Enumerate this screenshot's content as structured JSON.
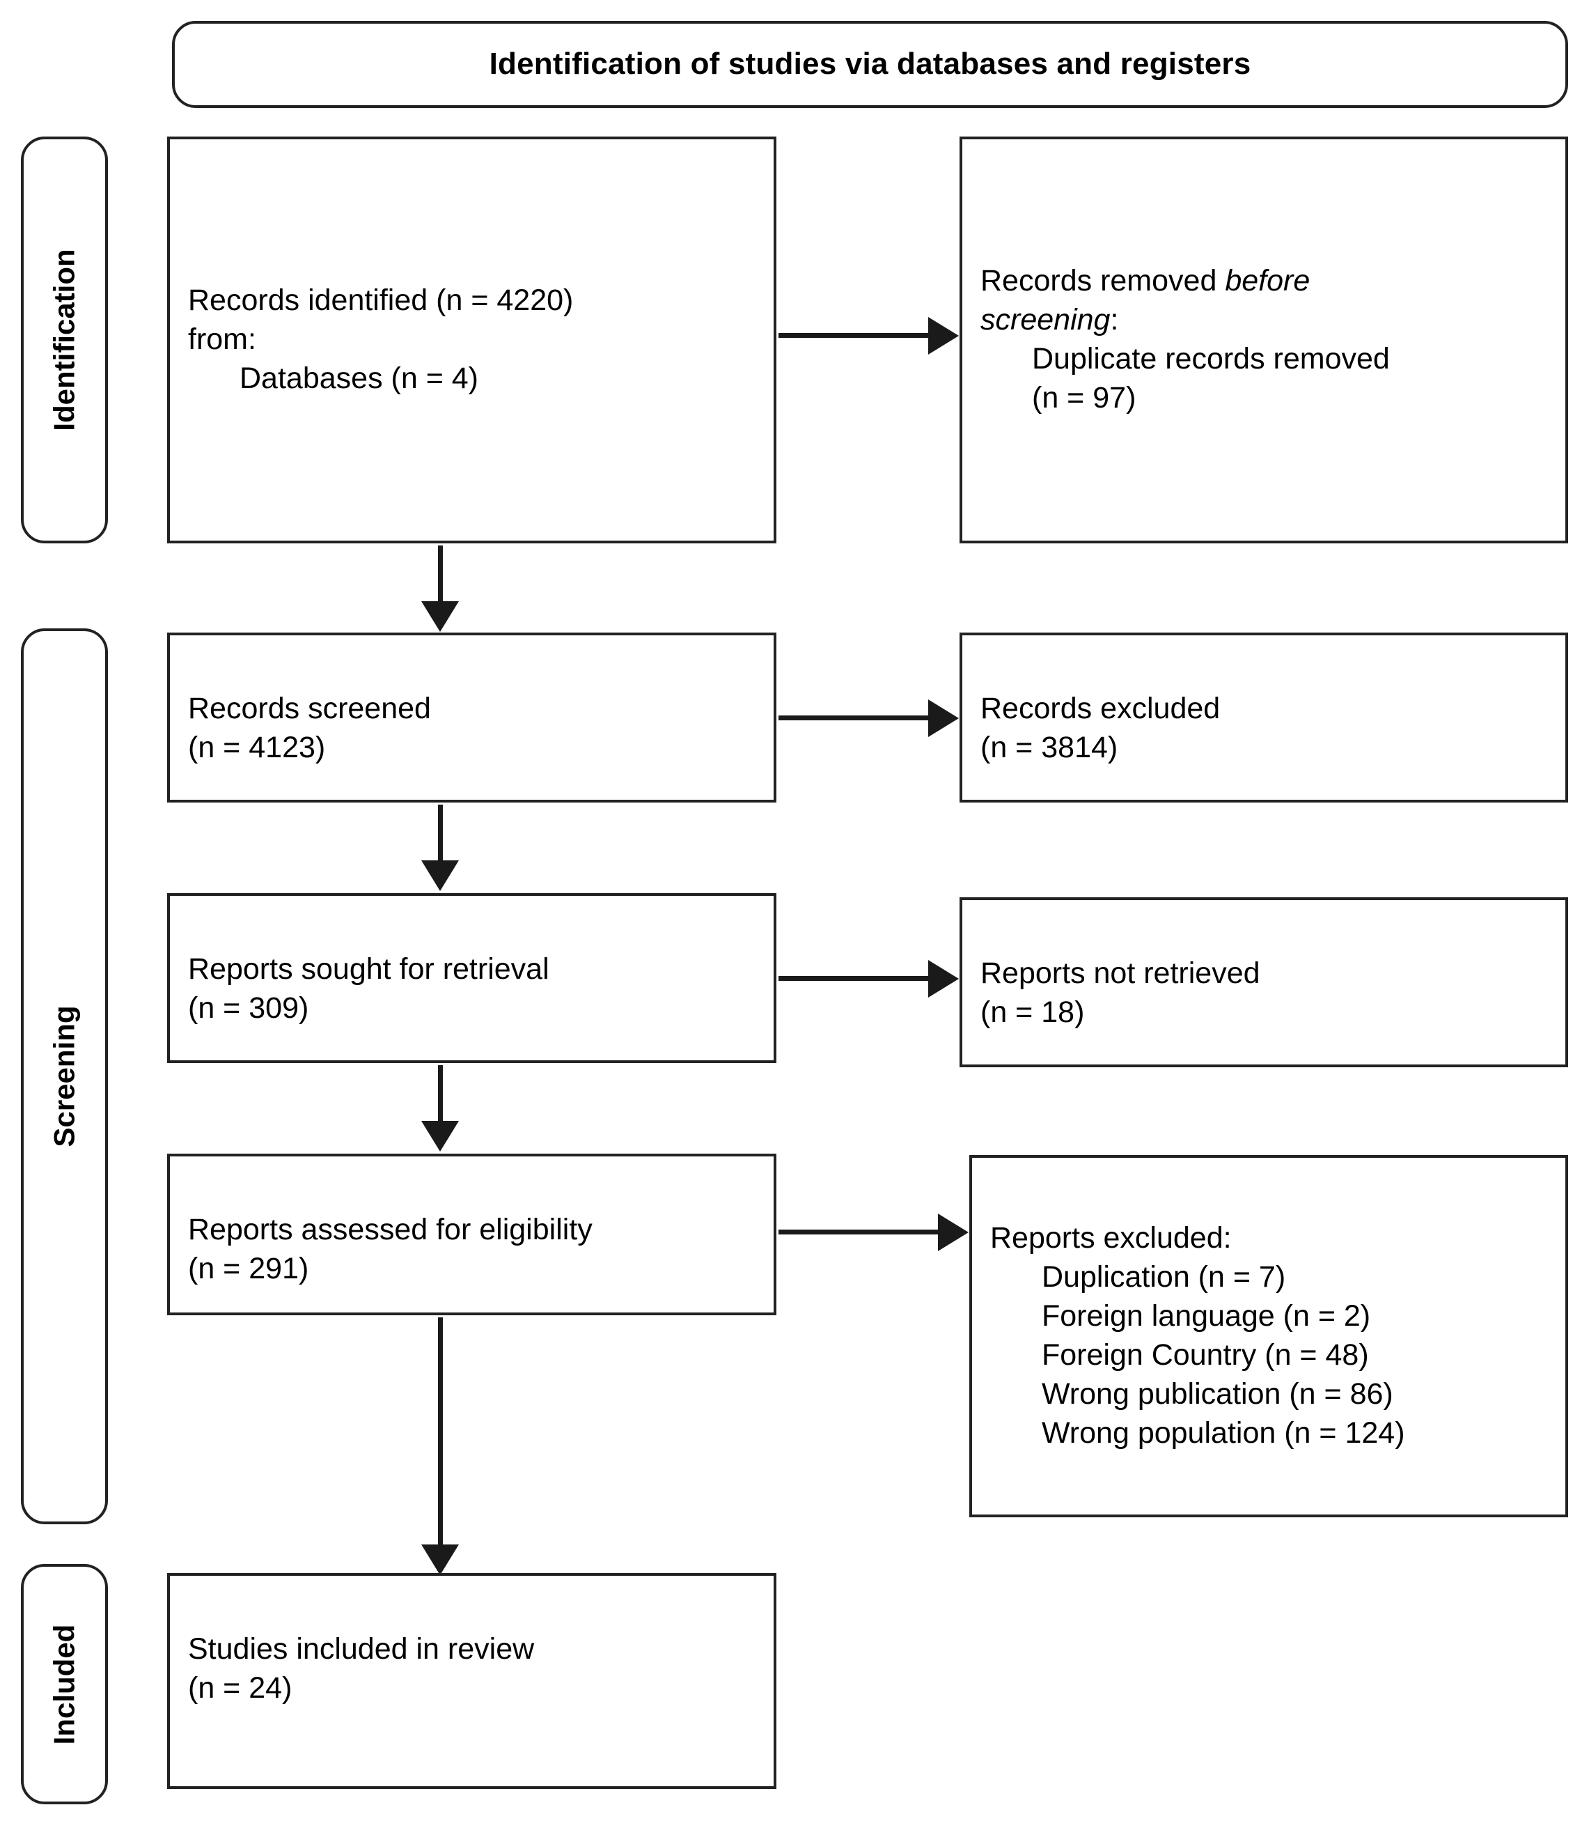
{
  "diagram": {
    "title": "Identification of studies via databases and registers",
    "stages": [
      {
        "id": "identification",
        "label": "Identification"
      },
      {
        "id": "screening",
        "label": "Screening"
      },
      {
        "id": "included",
        "label": "Included"
      }
    ],
    "boxes": {
      "records_identified": {
        "line1": "Records identified (n = 4220)",
        "line2": "from:",
        "line3": "Databases (n = 4)"
      },
      "records_removed": {
        "line1_a": "Records removed ",
        "line1_b": "before",
        "line2": "screening",
        "line2_suffix": ":",
        "line3": "Duplicate records removed",
        "line4": "(n = 97)"
      },
      "records_screened": {
        "line1": "Records screened",
        "line2": "(n = 4123)"
      },
      "records_excluded": {
        "line1": "Records excluded",
        "line2": "(n = 3814)"
      },
      "reports_sought": {
        "line1": "Reports sought for retrieval",
        "line2": "(n = 309)"
      },
      "reports_not_retrieved": {
        "line1": "Reports not retrieved",
        "line2": "(n = 18)"
      },
      "reports_assessed": {
        "line1": "Reports assessed for eligibility",
        "line2": "(n = 291)"
      },
      "reports_excluded": {
        "heading": "Reports excluded:",
        "reasons": [
          "Duplication (n = 7)",
          "Foreign language (n = 2)",
          "Foreign Country (n = 48)",
          "Wrong publication (n = 86)",
          "Wrong population (n = 124)"
        ]
      },
      "studies_included": {
        "line1": "Studies included in review",
        "line2": "(n = 24)"
      }
    }
  },
  "chart_data": {
    "type": "diagram",
    "title": "Identification of studies via databases and registers",
    "nodes": [
      {
        "id": "records_identified",
        "stage": "Identification",
        "column": "left",
        "label": "Records identified from: Databases",
        "n": 4220,
        "sub": [
          {
            "label": "Databases",
            "n": 4
          }
        ]
      },
      {
        "id": "records_removed",
        "stage": "Identification",
        "column": "right",
        "label": "Records removed before screening: Duplicate records removed",
        "n": 97
      },
      {
        "id": "records_screened",
        "stage": "Screening",
        "column": "left",
        "label": "Records screened",
        "n": 4123
      },
      {
        "id": "records_excluded",
        "stage": "Screening",
        "column": "right",
        "label": "Records excluded",
        "n": 3814
      },
      {
        "id": "reports_sought",
        "stage": "Screening",
        "column": "left",
        "label": "Reports sought for retrieval",
        "n": 309
      },
      {
        "id": "reports_not_retrieved",
        "stage": "Screening",
        "column": "right",
        "label": "Reports not retrieved",
        "n": 18
      },
      {
        "id": "reports_assessed",
        "stage": "Screening",
        "column": "left",
        "label": "Reports assessed for eligibility",
        "n": 291
      },
      {
        "id": "reports_excluded",
        "stage": "Screening",
        "column": "right",
        "label": "Reports excluded",
        "breakdown": [
          {
            "label": "Duplication",
            "n": 7
          },
          {
            "label": "Foreign language",
            "n": 2
          },
          {
            "label": "Foreign Country",
            "n": 48
          },
          {
            "label": "Wrong publication",
            "n": 86
          },
          {
            "label": "Wrong population",
            "n": 124
          }
        ]
      },
      {
        "id": "studies_included",
        "stage": "Included",
        "column": "left",
        "label": "Studies included in review",
        "n": 24
      }
    ],
    "edges": [
      {
        "from": "records_identified",
        "to": "records_removed",
        "direction": "right"
      },
      {
        "from": "records_identified",
        "to": "records_screened",
        "direction": "down"
      },
      {
        "from": "records_screened",
        "to": "records_excluded",
        "direction": "right"
      },
      {
        "from": "records_screened",
        "to": "reports_sought",
        "direction": "down"
      },
      {
        "from": "reports_sought",
        "to": "reports_not_retrieved",
        "direction": "right"
      },
      {
        "from": "reports_sought",
        "to": "reports_assessed",
        "direction": "down"
      },
      {
        "from": "reports_assessed",
        "to": "reports_excluded",
        "direction": "right"
      },
      {
        "from": "reports_assessed",
        "to": "studies_included",
        "direction": "down"
      }
    ]
  }
}
